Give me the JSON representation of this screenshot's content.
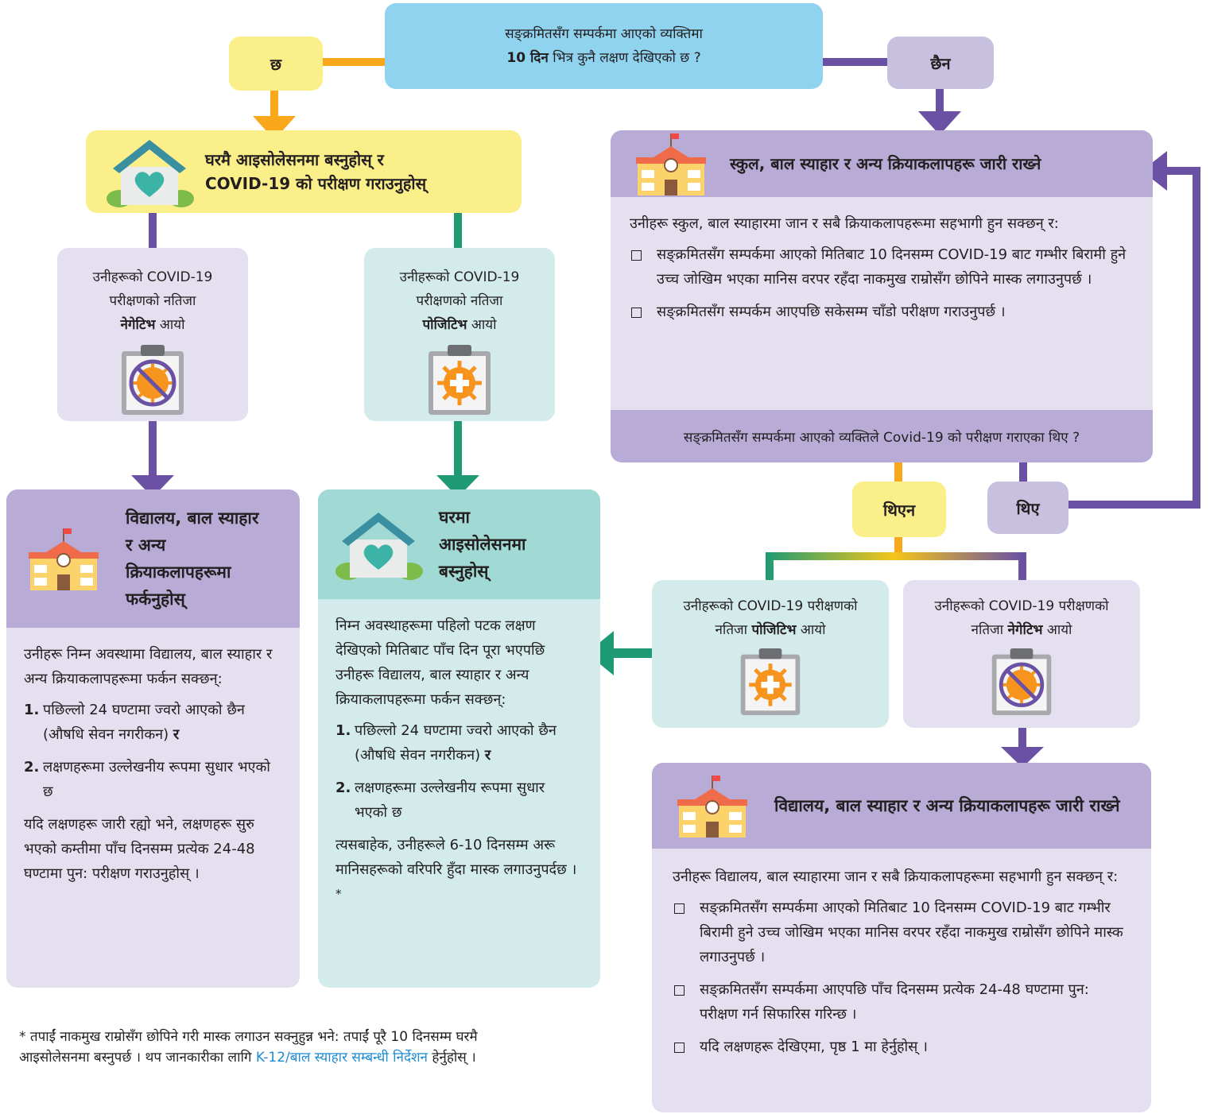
{
  "question_top": {
    "line1": "सङ्क्रमितसँग सम्पर्कमा आएको व्यक्तिमा",
    "line2_bold": "10 दिन",
    "line2_rest": "भित्र कुनै लक्षण देखिएको छ ?"
  },
  "answer_yes": "छ",
  "answer_no": "छैन",
  "isolate_test": {
    "line1": "घरमै आइसोलेसनमा बस्नुहोस् र",
    "line2": "COVID-19 को परीक्षण गराउनुहोस्"
  },
  "result_negative_left": {
    "line1": "उनीहरूको COVID-19",
    "line2": "परीक्षणको नतिजा",
    "bold": "नेगेटिभ",
    "after": "आयो"
  },
  "result_positive_left": {
    "line1": "उनीहरूको COVID-19",
    "line2": "परीक्षणको नतिजा",
    "bold": "पोजिटिभ",
    "after": "आयो"
  },
  "continue_school": {
    "title": "स्कुल, बाल स्याहार र अन्य क्रियाकलापहरू जारी राख्ने",
    "intro": "उनीहरू स्कुल, बाल स्याहारमा जान र सबै क्रियाकलापहरूमा सहभागी हुन सक्छन् र:",
    "items": [
      "सङ्क्रमितसँग सम्पर्कमा आएको मितिबाट 10 दिनसम्म COVID-19 बाट गम्भीर बिरामी हुने उच्च जोखिम भएका मानिस वरपर रहँदा नाकमुख राम्रोसँग छोपिने मास्क लगाउनुपर्छ ।",
      "सङ्क्रमितसँग सम्पर्कम आएपछि सकेसम्म चाँडो परीक्षण गराउनुपर्छ ।"
    ],
    "question": "सङ्क्रमितसँग सम्पर्कमा आएको व्यक्तिले Covid-19 को परीक्षण गराएका थिए ?"
  },
  "answer_not_tested": "थिएन",
  "answer_tested": "थिए",
  "return_school": {
    "title": "विद्यालय, बाल स्याहार र अन्य क्रियाकलापहरूमा फर्कनुहोस्",
    "intro": "उनीहरू निम्न अवस्थामा विद्यालय, बाल स्याहार र अन्य क्रियाकलापहरूमा फर्कन सक्छन्:",
    "item1": "पछिल्लो 24 घण्टामा ज्वरो आएको छैन (औषधि सेवन नगरीकन)",
    "item1_bold": "र",
    "item2": "लक्षणहरूमा उल्लेखनीय रूपमा सुधार भएको छ",
    "outro": "यदि लक्षणहरू जारी रह्यो भने, लक्षणहरू सुरु भएको कम्तीमा पाँच दिनसम्म प्रत्येक 24-48 घण्टामा पुन: परीक्षण गराउनुहोस् ।"
  },
  "stay_home": {
    "title": "घरमा आइसोलेसनमा बस्नुहोस्",
    "intro": "निम्न अवस्थाहरूमा पहिलो पटक लक्षण देखिएको मितिबाट पाँच दिन पूरा भएपछि उनीहरू विद्यालय, बाल स्याहार र अन्य क्रियाकलापहरूमा फर्कन सक्छन्:",
    "item1": "पछिल्लो 24 घण्टामा ज्वरो आएको छैन (औषधि सेवन नगरीकन)",
    "item1_bold": "र",
    "item2": "लक्षणहरूमा उल्लेखनीय रूपमा सुधार भएको छ",
    "outro": "त्यसबाहेक, उनीहरूले 6-10 दिनसम्म अरू मानिसहरूको वरिपरि हुँदा मास्क लगाउनुपर्दछ ।",
    "outro_mark": "*"
  },
  "result_positive_right": {
    "line1": "उनीहरूको COVID-19 परीक्षणको",
    "line2": "नतिजा",
    "bold": "पोजिटिभ",
    "after": "आयो"
  },
  "result_negative_right": {
    "line1": "उनीहरूको COVID-19 परीक्षणको",
    "line2": "नतिजा",
    "bold": "नेगेटिभ",
    "after": "आयो"
  },
  "continue_school2": {
    "title": "विद्यालय, बाल स्याहार र अन्य क्रियाकलापहरू जारी राख्ने",
    "intro": "उनीहरू विद्यालय, बाल स्याहारमा जान र सबै क्रियाकलापहरूमा सहभागी हुन सक्छन् र:",
    "items": [
      "सङ्क्रमितसँग सम्पर्कमा आएको मितिबाट 10 दिनसम्म COVID-19 बाट गम्भीर बिरामी हुने उच्च जोखिम भएका मानिस वरपर रहँदा नाकमुख राम्रोसँग छोपिने मास्क लगाउनुपर्छ ।",
      "सङ्क्रमितसँग सम्पर्कमा आएपछि पाँच दिनसम्म प्रत्येक 24-48 घण्टामा पुन: परीक्षण गर्न सिफारिस गरिन्छ ।",
      "यदि लक्षणहरू देखिएमा, पृष्ठ 1 मा हेर्नुहोस् ।"
    ]
  },
  "footnote": {
    "mark": "*",
    "text": "तपाईं नाकमुख राम्रोसँग छोपिने गरी मास्क लगाउन सक्नुहुन्न भने: तपाईं पूरै 10 दिनसम्म घरमै आइसोलेसनमा बस्नुपर्छ । थप जानकारीका लागि",
    "link": "K-12/बाल स्याहार सम्बन्धी निर्देशन",
    "after": "हेर्नुहोस् ।"
  },
  "colors": {
    "yes_arrow": "#f9a81b",
    "no_arrow": "#6a51a3",
    "teal_arrow": "#1e9b74",
    "sky": "#8fd3ef"
  }
}
